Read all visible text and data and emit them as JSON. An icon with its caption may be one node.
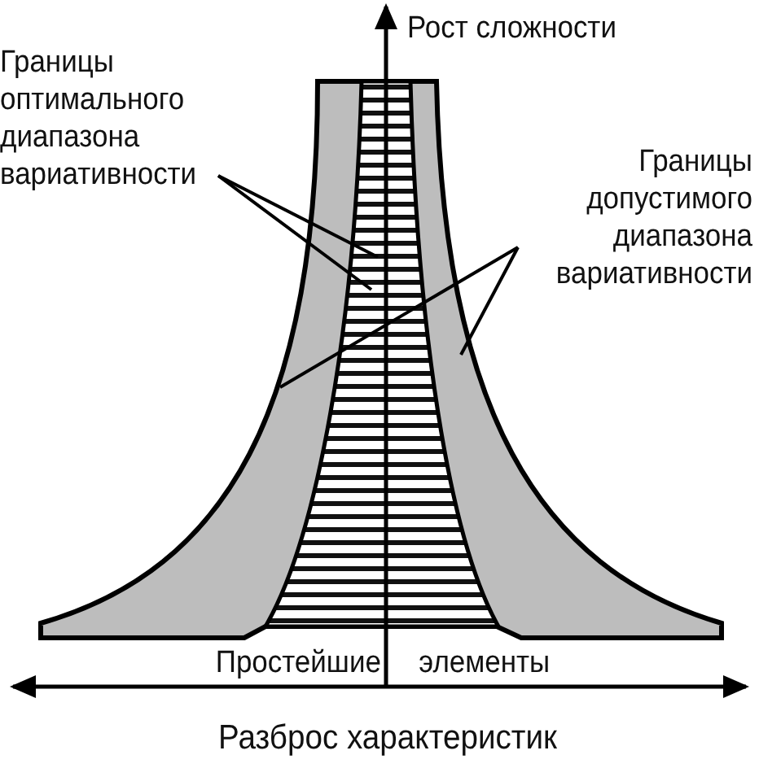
{
  "diagram": {
    "nodes": [
      {
        "text": [
          "Границы оптимального диапазона вариативности"
        ]
      },
      {
        "text": [
          "Границы допустимого диапазона вариативности"
        ]
      }
    ],
    "edges": [
      {
        "from": 0,
        "to": null,
        "arrow": "none"
      },
      {
        "from": 0,
        "to": null,
        "arrow": "none"
      },
      {
        "from": 1,
        "to": null,
        "arrow": "none"
      },
      {
        "from": 1,
        "to": null,
        "arrow": "none"
      }
    ],
    "labels": [
      "Рост сложности",
      "Простейшие элементы",
      "Разброс характеристик"
    ]
  }
}
